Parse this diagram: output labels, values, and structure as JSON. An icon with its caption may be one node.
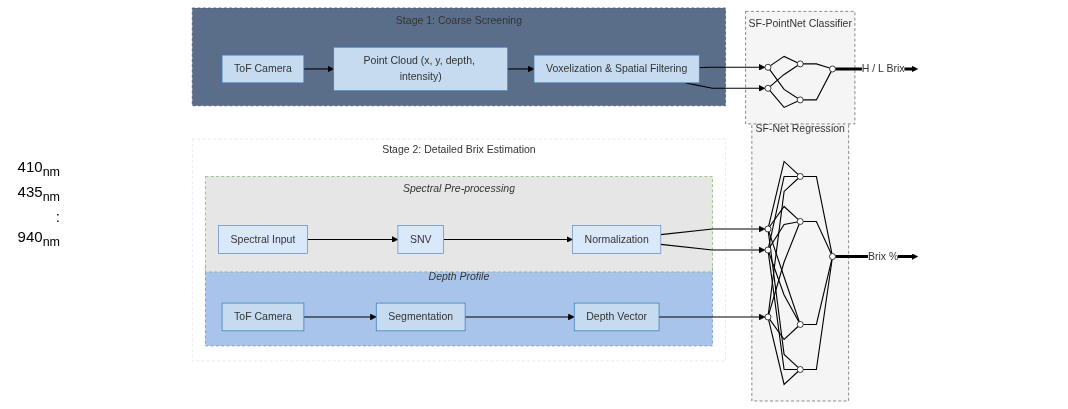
{
  "diagram": {
    "nodes": [
      {
        "text": [
          "Stage 1: Coarse Screening"
        ]
      },
      {
        "text": [
          "ToF Camera"
        ],
        "in": 0
      },
      {
        "text": [
          "Point Cloud (x, y, depth, intensity)"
        ],
        "in": 0
      },
      {
        "text": [
          "Voxelization & Spatial Filtering"
        ],
        "in": 0
      },
      {
        "text": [
          "SF-PointNet Classifier"
        ]
      },
      {
        "text": [],
        "shape": "circle",
        "in": 4
      },
      {
        "text": [],
        "shape": "circle",
        "in": 4
      },
      {
        "text": [],
        "shape": "circle",
        "in": 4
      },
      {
        "text": [],
        "shape": "circle",
        "in": 4
      },
      {
        "text": [],
        "shape": "circle",
        "in": 4
      },
      {
        "text": [
          "Stage 2: Detailed Brix Estimation"
        ]
      },
      {
        "text": [
          "Spectral Pre-processing"
        ],
        "in": 10
      },
      {
        "text": [
          "Spectral Input"
        ],
        "in": 11
      },
      {
        "text": [
          "SNV"
        ],
        "in": 11
      },
      {
        "text": [
          "Normalization"
        ],
        "in": 11
      },
      {
        "text": [
          "Depth Profile"
        ],
        "in": 10
      },
      {
        "text": [
          "ToF Camera"
        ],
        "in": 15
      },
      {
        "text": [
          "Segmentation"
        ],
        "in": 15
      },
      {
        "text": [
          "Depth Vector"
        ],
        "in": 15
      },
      {
        "text": [
          "SF-Net Regression"
        ]
      },
      {
        "text": [],
        "shape": "circle",
        "in": 19
      },
      {
        "text": [],
        "shape": "circle",
        "in": 19
      },
      {
        "text": [],
        "shape": "circle",
        "in": 19
      },
      {
        "text": [],
        "shape": "circle",
        "in": 19
      },
      {
        "text": [],
        "shape": "circle",
        "in": 19
      },
      {
        "text": [],
        "shape": "circle",
        "in": 19
      },
      {
        "text": [],
        "shape": "circle",
        "in": 19
      },
      {
        "text": [],
        "shape": "circle",
        "in": 19
      }
    ],
    "edges": [
      {
        "from": 1,
        "to": 2,
        "arrow": "to"
      },
      {
        "from": 2,
        "to": 3,
        "arrow": "to"
      },
      {
        "from": 3,
        "to": 5,
        "arrow": "to"
      },
      {
        "from": 3,
        "to": 6,
        "arrow": "to"
      },
      {
        "from": 5,
        "to": 7,
        "arrow": "none"
      },
      {
        "from": 5,
        "to": 8,
        "arrow": "none"
      },
      {
        "from": 6,
        "to": 7,
        "arrow": "none"
      },
      {
        "from": 6,
        "to": 8,
        "arrow": "none"
      },
      {
        "from": 7,
        "to": 9,
        "arrow": "none"
      },
      {
        "from": 8,
        "to": 9,
        "arrow": "none"
      },
      {
        "from": 9,
        "to": null,
        "arrow": "to",
        "label": "H / L Brix",
        "style": "thick"
      },
      {
        "from": 12,
        "to": 13,
        "arrow": "to"
      },
      {
        "from": 13,
        "to": 14,
        "arrow": "to"
      },
      {
        "from": 16,
        "to": 17,
        "arrow": "to"
      },
      {
        "from": 17,
        "to": 18,
        "arrow": "to"
      },
      {
        "from": 14,
        "to": 20,
        "arrow": "to"
      },
      {
        "from": 14,
        "to": 21,
        "arrow": "to"
      },
      {
        "from": 18,
        "to": 22,
        "arrow": "to"
      },
      {
        "from": 20,
        "to": 23,
        "arrow": "none"
      },
      {
        "from": 20,
        "to": 24,
        "arrow": "none"
      },
      {
        "from": 20,
        "to": 25,
        "arrow": "none"
      },
      {
        "from": 20,
        "to": 26,
        "arrow": "none"
      },
      {
        "from": 21,
        "to": 23,
        "arrow": "none"
      },
      {
        "from": 21,
        "to": 24,
        "arrow": "none"
      },
      {
        "from": 21,
        "to": 25,
        "arrow": "none"
      },
      {
        "from": 21,
        "to": 26,
        "arrow": "none"
      },
      {
        "from": 22,
        "to": 23,
        "arrow": "none"
      },
      {
        "from": 22,
        "to": 24,
        "arrow": "none"
      },
      {
        "from": 22,
        "to": 25,
        "arrow": "none"
      },
      {
        "from": 22,
        "to": 26,
        "arrow": "none"
      },
      {
        "from": 23,
        "to": 27,
        "arrow": "none"
      },
      {
        "from": 24,
        "to": 27,
        "arrow": "none"
      },
      {
        "from": 25,
        "to": 27,
        "arrow": "none"
      },
      {
        "from": 26,
        "to": 27,
        "arrow": "none"
      },
      {
        "from": 27,
        "to": null,
        "arrow": "to",
        "label": "Brix %",
        "style": "thick"
      }
    ],
    "labels": [
      "410$_{nm}$",
      "435$_{nm}$",
      ":",
      "940$_{nm}$"
    ]
  }
}
